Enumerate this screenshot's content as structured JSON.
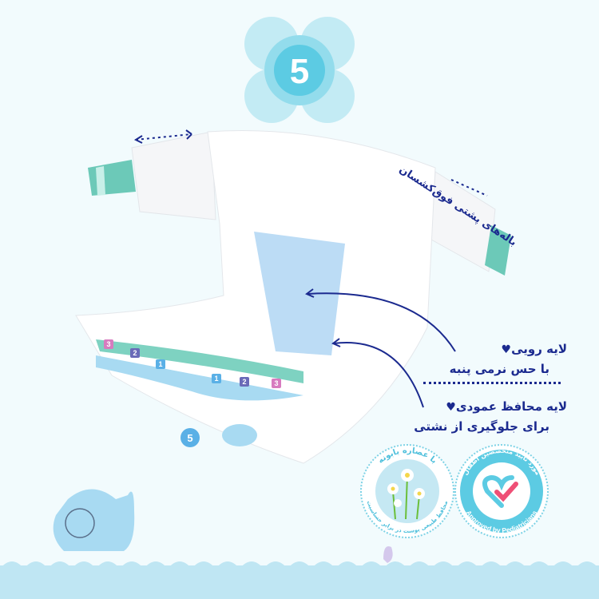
{
  "size_badge": {
    "value": "5",
    "color": "#5ccbe3"
  },
  "wings_label": "باله‌های پشتی فوق‌کشسان",
  "features": [
    {
      "icon": "heart-icon",
      "line1": "لایه رویی",
      "line2": "با حس نرمی پنبه"
    },
    {
      "icon": "heart-icon",
      "line1": "لایه محافظ عمودی",
      "line2": "برای جلوگیری از نشتی"
    }
  ],
  "diaper": {
    "left_indicators": [
      "3",
      "2",
      "1"
    ],
    "right_indicators": [
      "1",
      "2",
      "3"
    ],
    "size_mark": "5"
  },
  "seals": {
    "chamomile": {
      "top": "با عصاره بابونه",
      "bottom": "محافظ طبیعی پوست در برابر حساسیت"
    },
    "pediatric": {
      "top": "مورد تایید متخصصین اطفال",
      "bottom": "Approved by Pediatricians"
    }
  },
  "colors": {
    "text": "#1b2a8f",
    "accent": "#5ccbe3",
    "wave": "#bfe6f3",
    "core": "#bcdcf5"
  }
}
